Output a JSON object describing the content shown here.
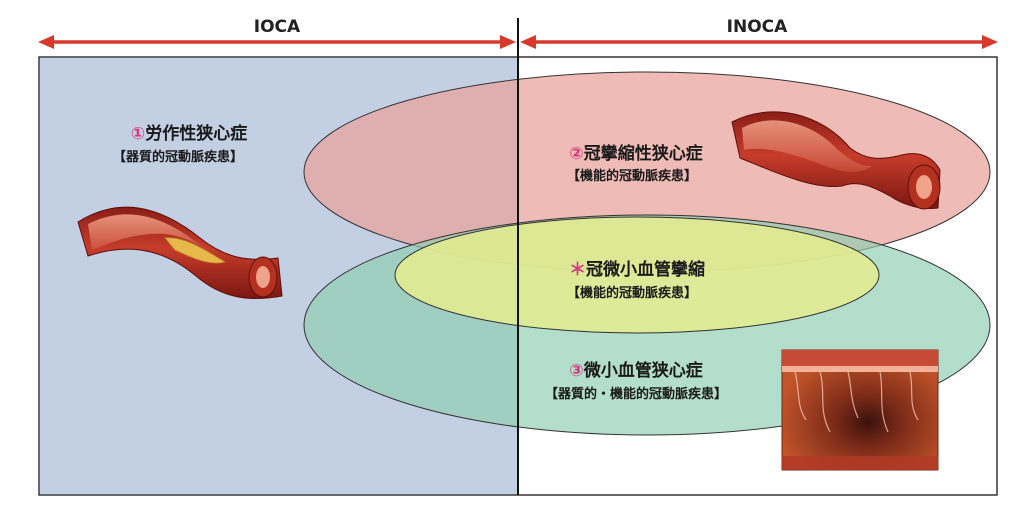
{
  "header": {
    "left_label": "IOCA",
    "right_label": "INOCA"
  },
  "colors": {
    "arrow": "#d8392b",
    "ioca_bg": "#c3cfe2",
    "vasospastic": "#e8a49e",
    "micro": "#8fceb2",
    "overlap": "#dfe88e",
    "marker": "#d6377f",
    "vessel_dark": "#8a1e17",
    "vessel_mid": "#c73c2a",
    "vessel_light": "#ef8a72",
    "plaque": "#e7b94a"
  },
  "categories": [
    {
      "id": "effort-angina",
      "marker": "①",
      "title": "労作性狭心症",
      "subtitle": "【器質的冠動脈疾患】",
      "icon": "stenotic-vessel-icon"
    },
    {
      "id": "vasospastic-angina",
      "marker": "②",
      "title": "冠攣縮性狭心症",
      "subtitle": "【機能的冠動脈疾患】",
      "icon": "spastic-vessel-icon"
    },
    {
      "id": "microvascular-spasm",
      "marker": "＊",
      "title": "冠微小血管攣縮",
      "subtitle": "【機能的冠動脈疾患】",
      "icon": null
    },
    {
      "id": "microvascular-angina",
      "marker": "③",
      "title": "微小血管狭心症",
      "subtitle": "【器質的・機能的冠動脈疾患】",
      "icon": "microvessel-cross-section-icon"
    }
  ]
}
